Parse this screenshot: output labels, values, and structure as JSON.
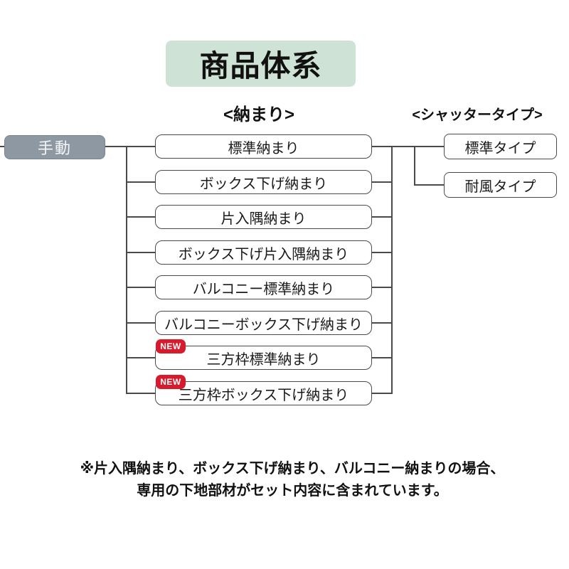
{
  "title": "商品体系",
  "headers": {
    "osamari": "<納まり>",
    "shutter_type": "<シャッタータイプ>"
  },
  "root": {
    "label": "手動"
  },
  "osamari_items": [
    {
      "label": "標準納まり",
      "new": false
    },
    {
      "label": "ボックス下げ納まり",
      "new": false
    },
    {
      "label": "片入隅納まり",
      "new": false
    },
    {
      "label": "ボックス下げ片入隅納まり",
      "new": false
    },
    {
      "label": "バルコニー標準納まり",
      "new": false
    },
    {
      "label": "バルコニーボックス下げ納まり",
      "new": false
    },
    {
      "label": "三方枠標準納まり",
      "new": true
    },
    {
      "label": "三方枠ボックス下げ納まり",
      "new": true
    }
  ],
  "new_badge_label": "NEW",
  "shutter_items": [
    {
      "label": "標準タイプ"
    },
    {
      "label": "耐風タイプ"
    }
  ],
  "footnote": {
    "line1": "※片入隅納まり、ボックス下げ納まり、バルコニー納まりの場合、",
    "line2": "専用の下地部材がセット内容に含まれています。"
  },
  "colors": {
    "title_bg": "#cee3d6",
    "root_fill": "#8e98a2",
    "root_text": "#f4f6f7",
    "node_fill": "#ffffff",
    "node_border": "#4a4a4a",
    "line": "#4a4a4a",
    "new_badge_bg": "#d71b2c",
    "new_badge_text": "#ffffff",
    "text": "#111111"
  }
}
